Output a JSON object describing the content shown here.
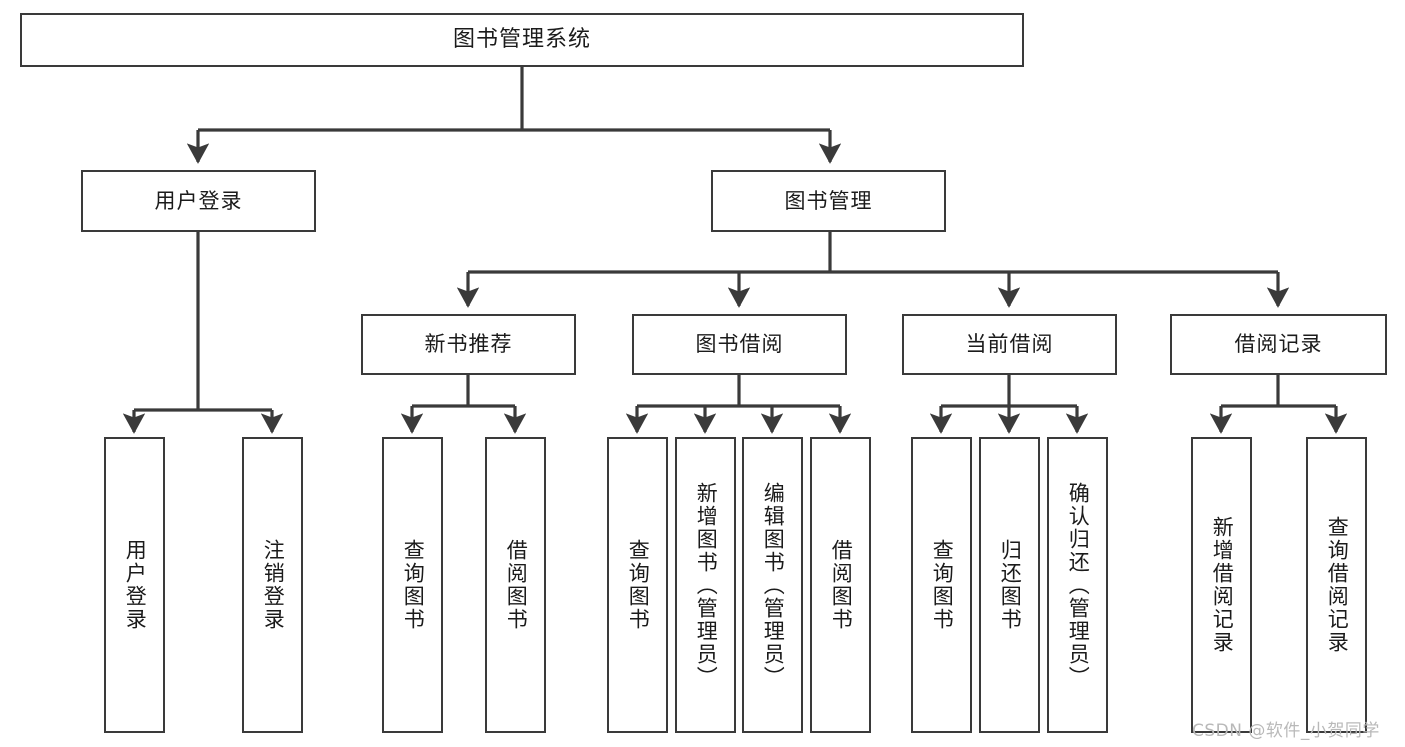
{
  "diagram": {
    "type": "tree",
    "title": "图书管理系统",
    "orientation": "top-down",
    "watermark": "CSDN @软件_小贺同学",
    "colors": {
      "box_border": "#3a3a3a",
      "box_fill": "#ffffff",
      "edge": "#3a3a3a",
      "text": "#1b1b1b",
      "watermark": "#b9b9b9"
    }
  },
  "nodes": {
    "root": {
      "label": "图书管理系统",
      "level": 1
    },
    "level2": [
      {
        "id": "user-login",
        "label": "用户登录"
      },
      {
        "id": "book-manage",
        "label": "图书管理"
      }
    ],
    "level3": [
      {
        "id": "new-book-recommend",
        "label": "新书推荐"
      },
      {
        "id": "book-borrow",
        "label": "图书借阅"
      },
      {
        "id": "current-borrow",
        "label": "当前借阅"
      },
      {
        "id": "borrow-record",
        "label": "借阅记录"
      }
    ],
    "leaves": [
      {
        "id": "leaf-user-login",
        "label": "用户登录",
        "parent": "user-login"
      },
      {
        "id": "leaf-logout-login",
        "label": "注销登录",
        "parent": "user-login"
      },
      {
        "id": "leaf-query-book-1",
        "label": "查询图书",
        "parent": "new-book-recommend"
      },
      {
        "id": "leaf-borrow-book-1",
        "label": "借阅图书",
        "parent": "new-book-recommend"
      },
      {
        "id": "leaf-query-book-2",
        "label": "查询图书",
        "parent": "book-borrow"
      },
      {
        "id": "leaf-add-book",
        "label": "新增图书（管理员）",
        "parent": "book-borrow"
      },
      {
        "id": "leaf-edit-book",
        "label": "编辑图书（管理员）",
        "parent": "book-borrow"
      },
      {
        "id": "leaf-borrow-book-2",
        "label": "借阅图书",
        "parent": "book-borrow"
      },
      {
        "id": "leaf-query-book-3",
        "label": "查询图书",
        "parent": "current-borrow"
      },
      {
        "id": "leaf-return-book",
        "label": "归还图书",
        "parent": "current-borrow"
      },
      {
        "id": "leaf-confirm-return",
        "label": "确认归还（管理员）",
        "parent": "current-borrow"
      },
      {
        "id": "leaf-add-record",
        "label": "新增借阅记录",
        "parent": "borrow-record"
      },
      {
        "id": "leaf-query-record",
        "label": "查询借阅记录",
        "parent": "borrow-record"
      }
    ]
  }
}
